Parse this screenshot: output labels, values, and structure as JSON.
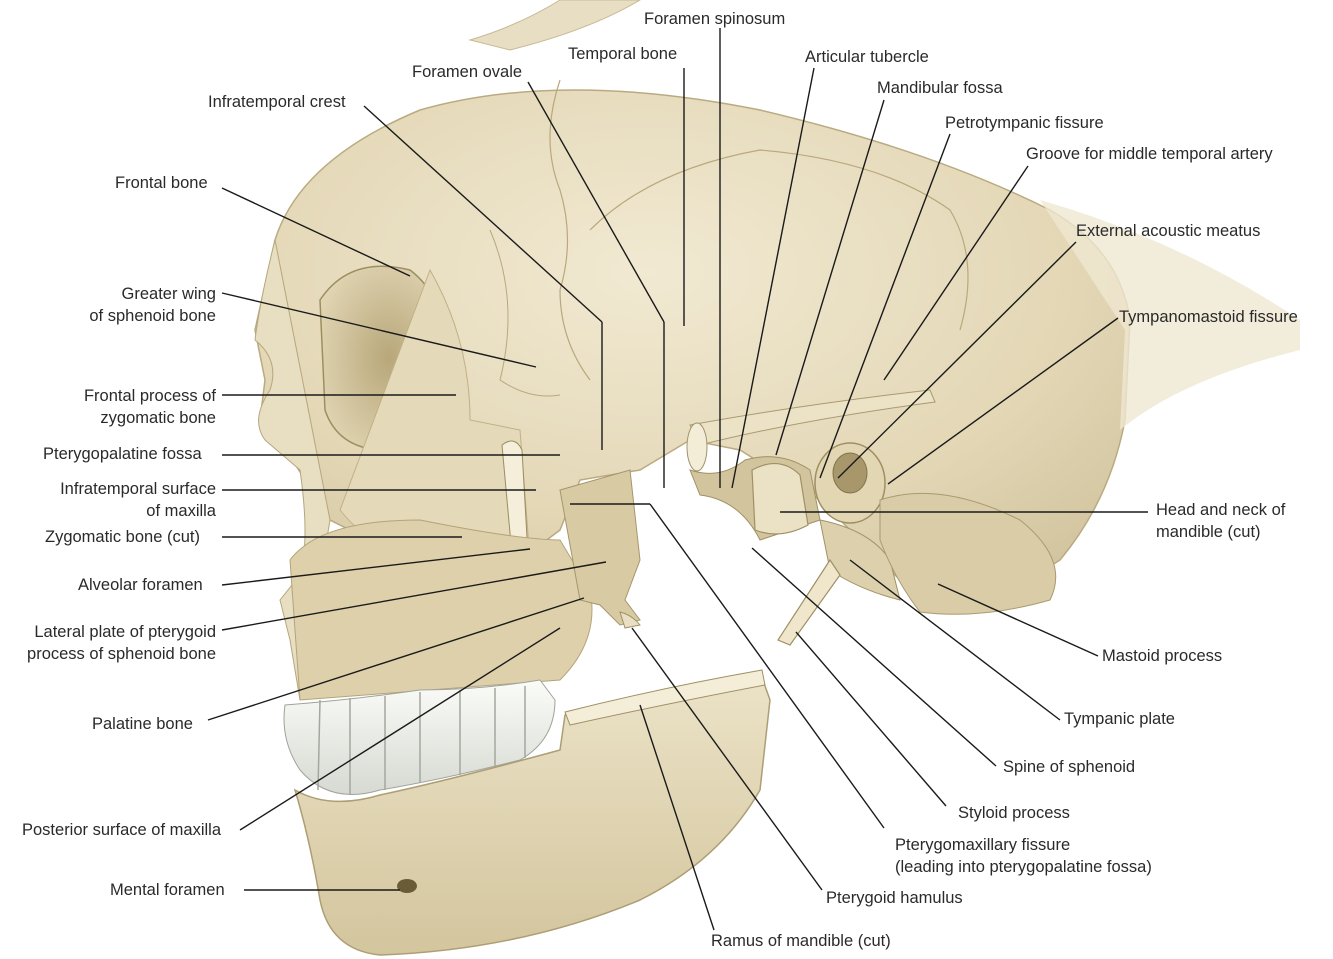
{
  "labels": {
    "foramen_spinosum": "Foramen spinosum",
    "temporal_bone": "Temporal bone",
    "foramen_ovale": "Foramen ovale",
    "articular_tubercle": "Articular tubercle",
    "mandibular_fossa": "Mandibular fossa",
    "infratemporal_crest": "Infratemporal crest",
    "petrotympanic_fissure": "Petrotympanic fissure",
    "groove_middle_temporal_artery": "Groove for middle temporal artery",
    "frontal_bone": "Frontal bone",
    "external_acoustic_meatus": "External acoustic meatus",
    "greater_wing": "Greater wing\nof sphenoid bone",
    "tympanomastoid_fissure": "Tympanomastoid fissure",
    "frontal_process_zygomatic": "Frontal process of\nzygomatic bone",
    "pterygopalatine_fossa": "Pterygopalatine fossa",
    "infratemporal_surface": "Infratemporal surface\nof maxilla",
    "head_neck_mandible": "Head and neck of\nmandible (cut)",
    "zygomatic_bone_cut": "Zygomatic bone (cut)",
    "alveolar_foramen": "Alveolar foramen",
    "lateral_plate_pterygoid": "Lateral plate of pterygoid\nprocess of sphenoid bone",
    "mastoid_process": "Mastoid process",
    "palatine_bone": "Palatine bone",
    "tympanic_plate": "Tympanic plate",
    "spine_of_sphenoid": "Spine of sphenoid",
    "styloid_process": "Styloid process",
    "posterior_surface_maxilla": "Posterior surface of maxilla",
    "pterygomaxillary_fissure": "Pterygomaxillary fissure\n(leading into pterygopalatine fossa)",
    "mental_foramen": "Mental foramen",
    "pterygoid_hamulus": "Pterygoid hamulus",
    "ramus_of_mandible": "Ramus of mandible (cut)"
  },
  "colors": {
    "bone": "#e6dcc0",
    "bone_shadow": "#c9bb94",
    "bone_dark": "#a8996f",
    "bone_light": "#f3ecd8",
    "tooth": "#eef0ea",
    "leader": "#1a1a1a",
    "text": "#2a2a2a"
  }
}
